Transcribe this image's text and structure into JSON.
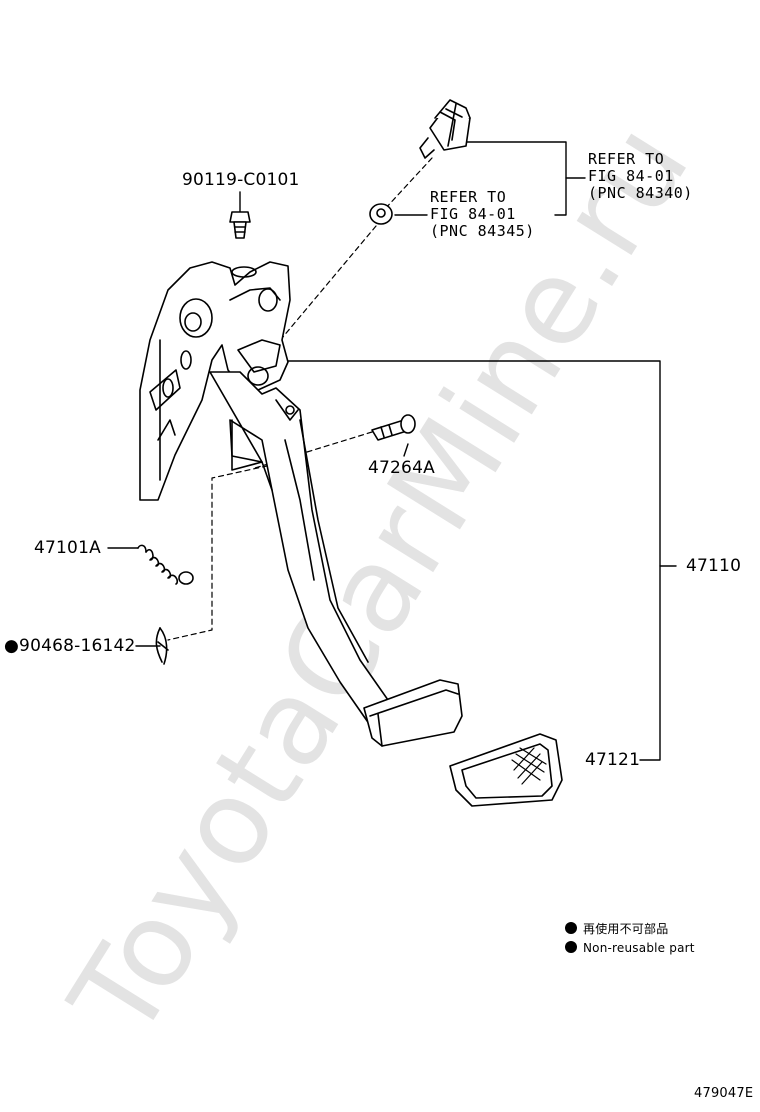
{
  "watermark": "ToyotaCarMine.ru",
  "parts": {
    "bolt": "90119-C0101",
    "pin": "47264A",
    "spring": "47101A",
    "clip_prefix": "●",
    "clip": "90468-16142",
    "pedal_assy": "47110",
    "pedal_pad": "47121"
  },
  "refs": {
    "switch": {
      "line1": "REFER TO",
      "line2": "FIG 84-01",
      "line3": "(PNC 84340)"
    },
    "cushion": {
      "line1": "REFER TO",
      "line2": "FIG 84-01",
      "line3": "(PNC 84345)"
    }
  },
  "legend": {
    "jp": "再使用不可部品",
    "en": "Non-reusable part"
  },
  "figure_id": "479047E"
}
